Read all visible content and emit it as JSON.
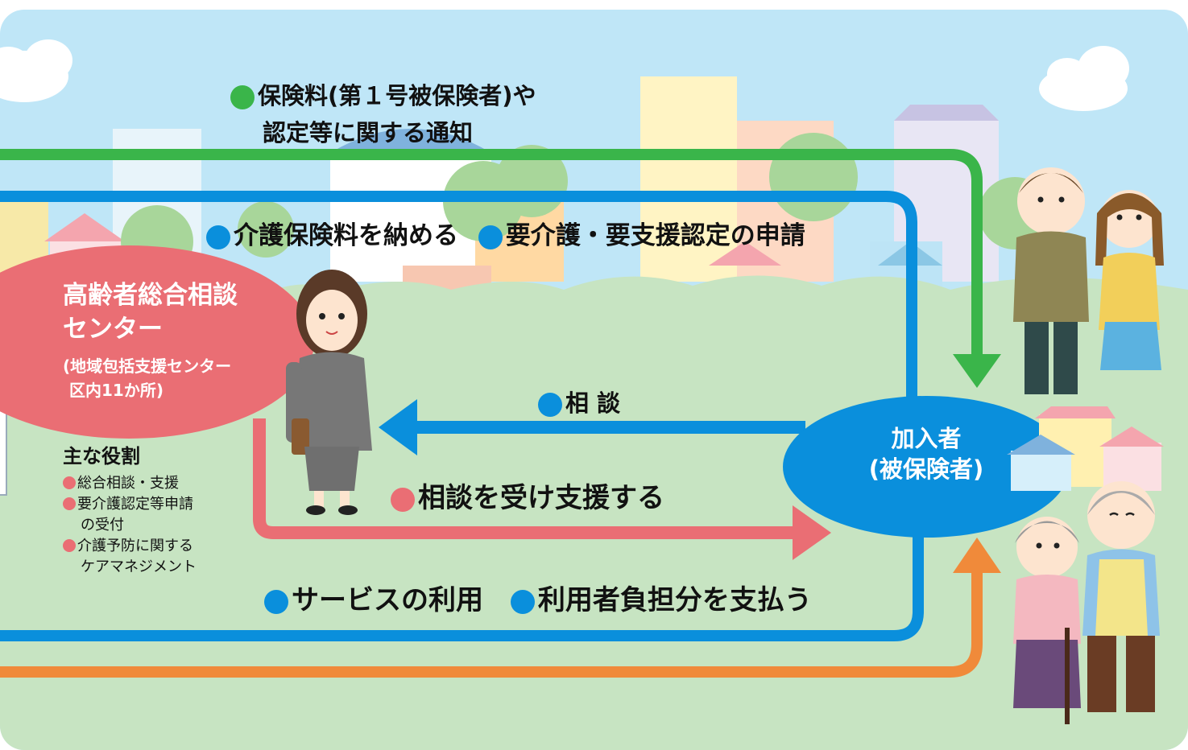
{
  "notice": {
    "line1": "保険料(第１号被保険者)や",
    "line2": "認定等に関する通知"
  },
  "member_to_center_labels": {
    "pay_premium": "介護保険料を納める",
    "apply_certification": "要介護・要支援認定の申請"
  },
  "consult": "相 談",
  "support": "相談を受け支援する",
  "services": {
    "use_service": "サービスの利用",
    "pay_copay": "利用者負担分を支払う"
  },
  "center": {
    "title1": "高齢者総合相談",
    "title2": "センター",
    "sub1": "(地域包括支援センター",
    "sub2": "区内11か所)"
  },
  "roles": {
    "heading": "主な役割",
    "item1": "総合相談・支援",
    "item2a": "要介護認定等申請",
    "item2b": "の受付",
    "item3a": "介護予防に関する",
    "item3b": "ケアマネジメント"
  },
  "member": {
    "line1": "加入者",
    "line2": "(被保険者)"
  },
  "colors": {
    "green": "#3ab54a",
    "blue": "#0a8fdc",
    "pink": "#ea6e74",
    "orange": "#f08a3a",
    "sky": "#bfe6f7",
    "ground": "#c7e4c2"
  }
}
